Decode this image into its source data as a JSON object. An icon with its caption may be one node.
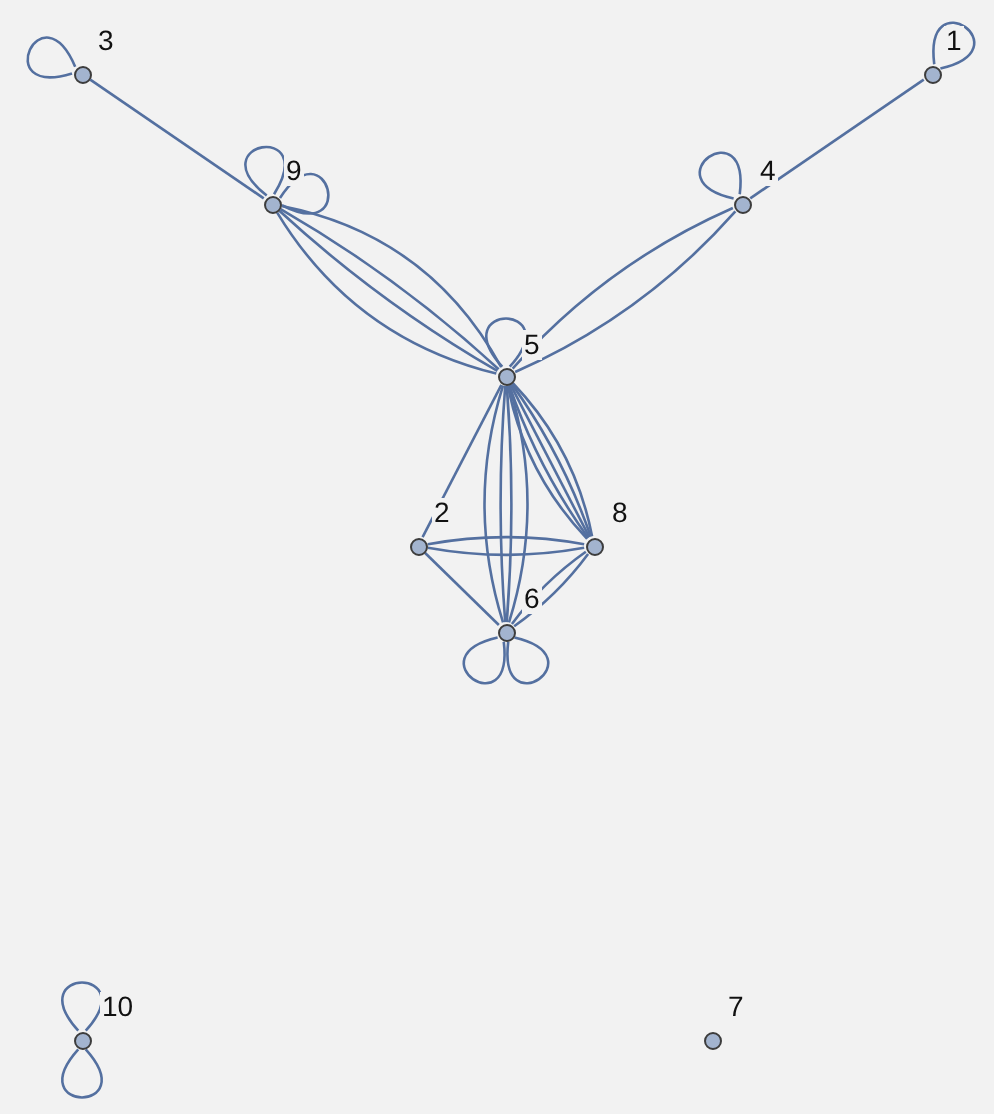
{
  "diagram": {
    "nodes": [
      {
        "text": [],
        "shape": "circle",
        "beside": [
          "3"
        ]
      },
      {
        "text": [],
        "shape": "circle",
        "beside": [
          "1"
        ]
      },
      {
        "text": [],
        "shape": "circle",
        "beside": [
          "9"
        ]
      },
      {
        "text": [],
        "shape": "circle",
        "beside": [
          "4"
        ]
      },
      {
        "text": [],
        "shape": "circle",
        "beside": [
          "5"
        ]
      },
      {
        "text": [],
        "shape": "circle",
        "beside": [
          "2"
        ]
      },
      {
        "text": [],
        "shape": "circle",
        "beside": [
          "8"
        ]
      },
      {
        "text": [],
        "shape": "circle",
        "beside": [
          "6"
        ]
      },
      {
        "text": [],
        "shape": "circle",
        "beside": [
          "10"
        ]
      },
      {
        "text": [],
        "shape": "circle",
        "beside": [
          "7"
        ]
      }
    ],
    "edges": [
      {
        "from": 0,
        "to": 0,
        "arrow": "none"
      },
      {
        "from": 0,
        "to": 2,
        "arrow": "none"
      },
      {
        "from": 1,
        "to": 1,
        "arrow": "none"
      },
      {
        "from": 1,
        "to": 3,
        "arrow": "none"
      },
      {
        "from": 2,
        "to": 2,
        "arrow": "none"
      },
      {
        "from": 2,
        "to": 2,
        "arrow": "none"
      },
      {
        "from": 2,
        "to": 4,
        "arrow": "none"
      },
      {
        "from": 2,
        "to": 4,
        "arrow": "none"
      },
      {
        "from": 2,
        "to": 4,
        "arrow": "none"
      },
      {
        "from": 2,
        "to": 4,
        "arrow": "none"
      },
      {
        "from": 3,
        "to": 3,
        "arrow": "none"
      },
      {
        "from": 3,
        "to": 4,
        "arrow": "none"
      },
      {
        "from": 3,
        "to": 4,
        "arrow": "none"
      },
      {
        "from": 4,
        "to": 4,
        "arrow": "none"
      },
      {
        "from": 4,
        "to": 5,
        "arrow": "none"
      },
      {
        "from": 4,
        "to": 7,
        "arrow": "none"
      },
      {
        "from": 4,
        "to": 7,
        "arrow": "none"
      },
      {
        "from": 4,
        "to": 7,
        "arrow": "none"
      },
      {
        "from": 4,
        "to": 7,
        "arrow": "none"
      },
      {
        "from": 4,
        "to": 6,
        "arrow": "none"
      },
      {
        "from": 4,
        "to": 6,
        "arrow": "none"
      },
      {
        "from": 4,
        "to": 6,
        "arrow": "none"
      },
      {
        "from": 4,
        "to": 6,
        "arrow": "none"
      },
      {
        "from": 4,
        "to": 6,
        "arrow": "none"
      },
      {
        "from": 5,
        "to": 6,
        "arrow": "none"
      },
      {
        "from": 5,
        "to": 6,
        "arrow": "none"
      },
      {
        "from": 5,
        "to": 7,
        "arrow": "none"
      },
      {
        "from": 6,
        "to": 7,
        "arrow": "none"
      },
      {
        "from": 6,
        "to": 7,
        "arrow": "none"
      },
      {
        "from": 7,
        "to": 7,
        "arrow": "none"
      },
      {
        "from": 7,
        "to": 7,
        "arrow": "none"
      },
      {
        "from": 8,
        "to": 8,
        "arrow": "none"
      },
      {
        "from": 8,
        "to": 8,
        "arrow": "none"
      }
    ]
  }
}
